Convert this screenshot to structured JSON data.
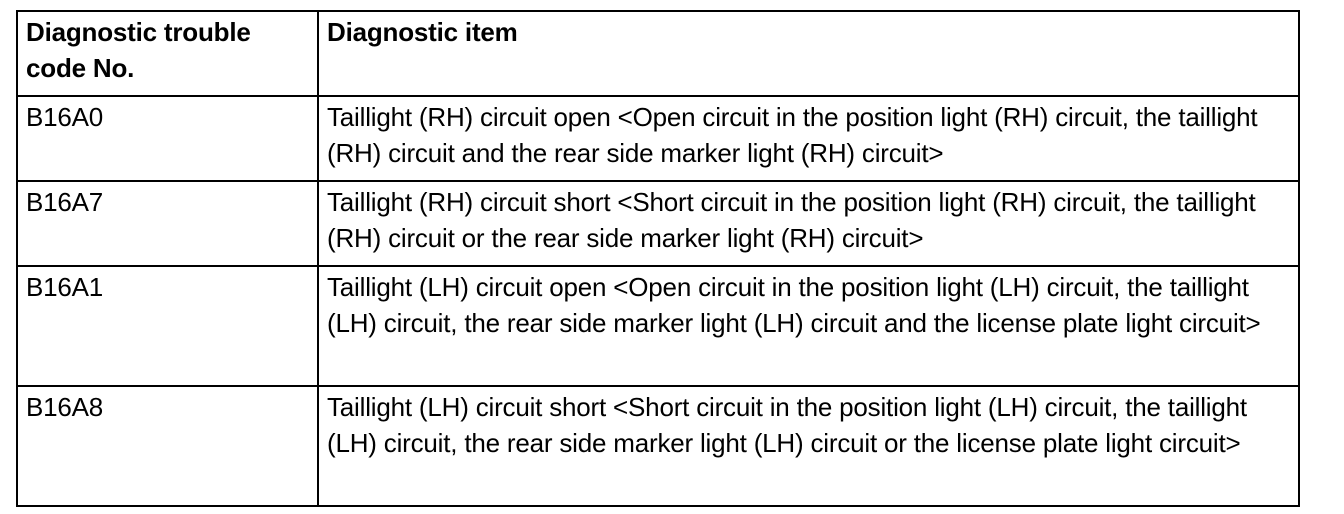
{
  "table": {
    "headers": {
      "code": "Diagnostic trouble code No.",
      "item": "Diagnostic item"
    },
    "rows": [
      {
        "code": "B16A0",
        "item": "Taillight (RH) circuit open <Open circuit in the position light (RH) circuit, the taillight (RH) circuit and the rear side marker light (RH) circuit>"
      },
      {
        "code": "B16A7",
        "item": "Taillight (RH) circuit short <Short circuit in the position light (RH) circuit, the taillight (RH) circuit or the rear side marker light (RH) circuit>"
      },
      {
        "code": "B16A1",
        "item": "Taillight (LH) circuit open <Open circuit in the position light (LH) circuit, the taillight (LH) circuit, the rear side marker light (LH) circuit and the license plate light circuit>"
      },
      {
        "code": "B16A8",
        "item": "Taillight (LH) circuit short <Short circuit in the position light (LH) circuit, the taillight (LH) circuit, the rear side marker light (LH) circuit or the license plate light circuit>"
      }
    ]
  }
}
